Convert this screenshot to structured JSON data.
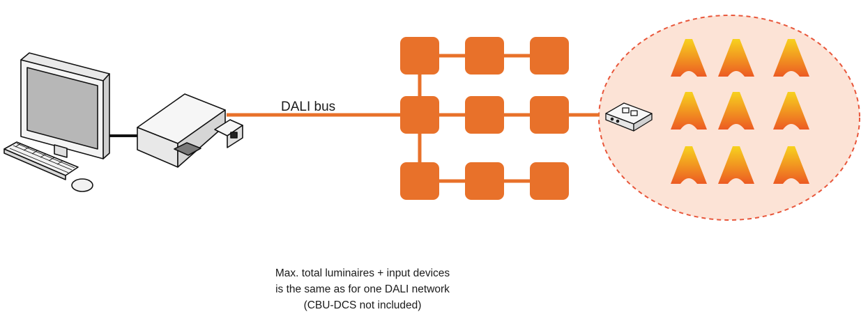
{
  "diagram": {
    "bus_label": "DALI bus",
    "caption": [
      "Max. total luminaires + input devices",
      "is the same as for one DALI network",
      "(CBU-DCS not included)"
    ],
    "colors": {
      "network_node": "#E8712A",
      "network_line": "#E8712A",
      "zone_fill": "#FCE3D6",
      "zone_border": "#E8563A",
      "luminaire_top": "#F7D21E",
      "luminaire_bottom": "#EC5A23"
    },
    "icons": [
      "computer-icon",
      "dali-controller-icon",
      "input-device-icon",
      "luminaire-icon"
    ],
    "network_grid": {
      "rows": 3,
      "columns": 3
    },
    "luminaire_grid": {
      "rows": 3,
      "columns": 3
    }
  }
}
